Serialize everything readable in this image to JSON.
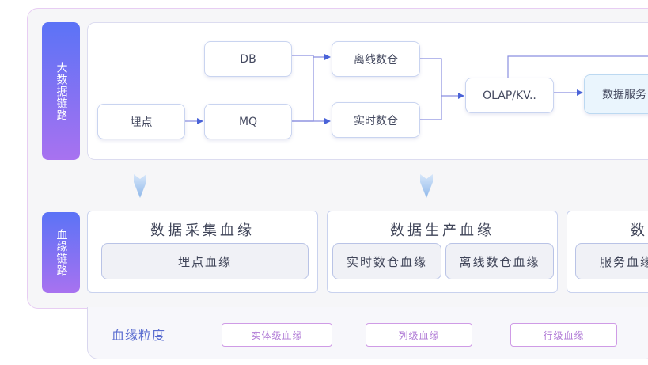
{
  "side_labels": {
    "top": "大数据链路",
    "bottom": "血缘链路"
  },
  "flow": {
    "nodes": {
      "maidian": "埋点",
      "db": "DB",
      "mq": "MQ",
      "offline": "离线数仓",
      "realtime": "实时数仓",
      "olap": "OLAP/KV..",
      "service": "数据服务"
    }
  },
  "lineage": {
    "collect": {
      "title": "数据采集血缘",
      "items": [
        "埋点血缘"
      ]
    },
    "produce": {
      "title": "数据生产血缘",
      "items": [
        "实时数仓血缘",
        "离线数仓血缘"
      ]
    },
    "service": {
      "title": "数据",
      "items": [
        "服务血缘"
      ]
    }
  },
  "granularity": {
    "label": "血缘粒度",
    "levels": [
      "实体级血缘",
      "列级血缘",
      "行级血缘"
    ]
  },
  "colors": {
    "accent_blue": "#5b73f6",
    "accent_purple": "#a872f0",
    "arrow": "#4a63d8",
    "down_arrow": "#9ec3ee"
  }
}
